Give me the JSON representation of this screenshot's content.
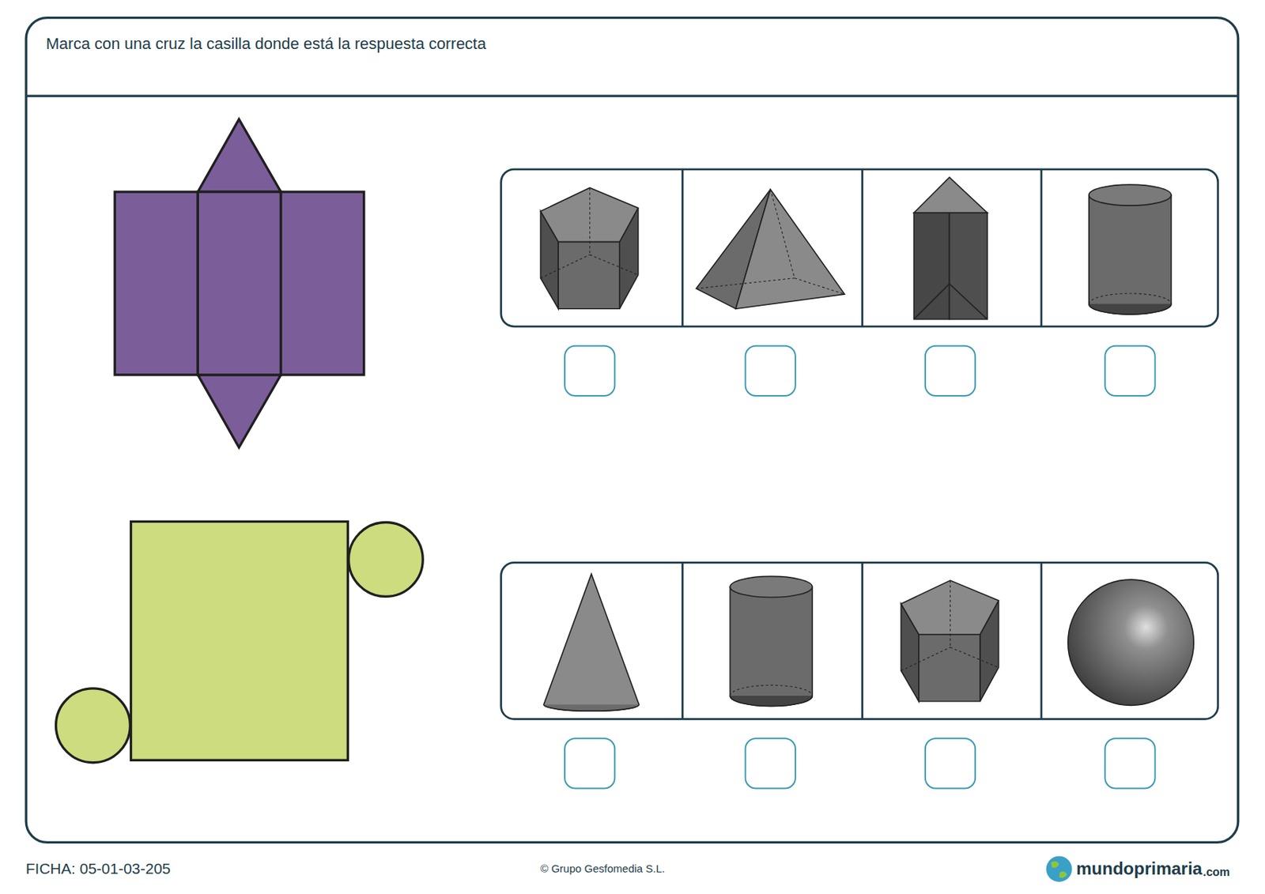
{
  "diagram": {
    "title": "Marca con una cruz la casilla donde está la respuesta correcta",
    "labels": [
      "FICHA: 05-01-03-205",
      "© Grupo Gesfomedia S.L.",
      "mundoprimaria",
      ".com"
    ]
  }
}
